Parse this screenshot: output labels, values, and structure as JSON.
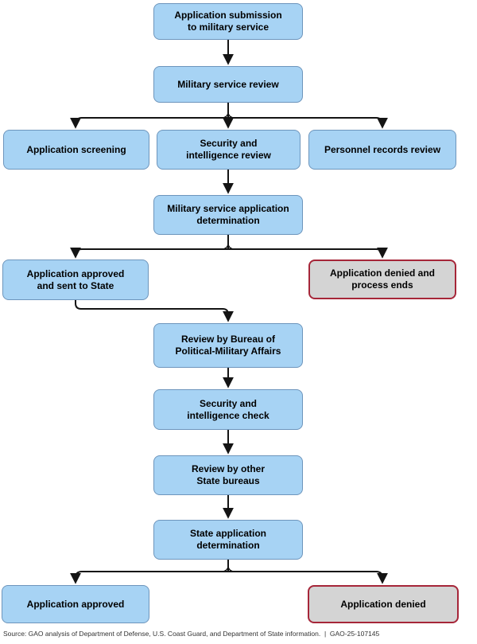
{
  "diagram": {
    "type": "flowchart",
    "nodes": {
      "submission": {
        "label": "Application submission\nto military service",
        "style": "process"
      },
      "military_review": {
        "label": "Military service review",
        "style": "process"
      },
      "screening": {
        "label": "Application screening",
        "style": "process"
      },
      "security_intel_review": {
        "label": "Security and\nintelligence review",
        "style": "process"
      },
      "personnel_records": {
        "label": "Personnel records review",
        "style": "process"
      },
      "military_determination": {
        "label": "Military service application\ndetermination",
        "style": "process"
      },
      "approved_sent_state": {
        "label": "Application approved\nand sent to State",
        "style": "process"
      },
      "denied_process_ends": {
        "label": "Application denied and\nprocess ends",
        "style": "end"
      },
      "bureau_review": {
        "label": "Review by Bureau of\nPolitical-Military Affairs",
        "style": "process"
      },
      "security_intel_check": {
        "label": "Security and\nintelligence check",
        "style": "process"
      },
      "other_bureaus": {
        "label": "Review by other\nState bureaus",
        "style": "process"
      },
      "state_determination": {
        "label": "State application\ndetermination",
        "style": "process"
      },
      "final_approved": {
        "label": "Application approved",
        "style": "process"
      },
      "final_denied": {
        "label": "Application denied",
        "style": "end"
      }
    },
    "edges": [
      {
        "from": "submission",
        "to": "military_review"
      },
      {
        "from": "military_review",
        "to": "screening"
      },
      {
        "from": "military_review",
        "to": "security_intel_review"
      },
      {
        "from": "military_review",
        "to": "personnel_records"
      },
      {
        "from": "security_intel_review",
        "to": "military_determination"
      },
      {
        "from": "military_determination",
        "to": "approved_sent_state"
      },
      {
        "from": "military_determination",
        "to": "denied_process_ends"
      },
      {
        "from": "approved_sent_state",
        "to": "bureau_review"
      },
      {
        "from": "bureau_review",
        "to": "security_intel_check"
      },
      {
        "from": "security_intel_check",
        "to": "other_bureaus"
      },
      {
        "from": "other_bureaus",
        "to": "state_determination"
      },
      {
        "from": "state_determination",
        "to": "final_approved"
      },
      {
        "from": "state_determination",
        "to": "final_denied"
      }
    ]
  },
  "footer": {
    "source_line": "Source: GAO analysis of Department of Defense, U.S. Coast Guard, and Department of State information.  |  GAO-25-107145"
  },
  "colors": {
    "process_fill": "#a7d3f4",
    "process_border": "#6d95bc",
    "end_fill": "#d4d4d4",
    "end_border": "#a62639",
    "arrow": "#141414",
    "text": "#000000"
  }
}
